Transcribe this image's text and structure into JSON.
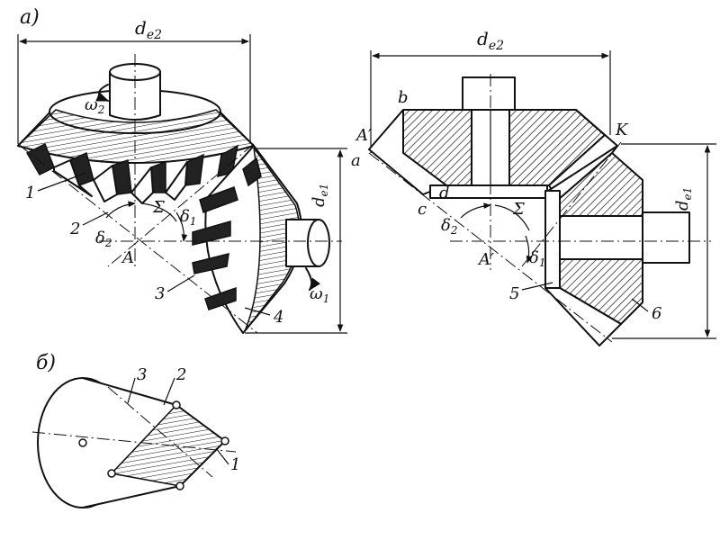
{
  "figure": {
    "panel_a": "а)",
    "panel_b": "б)",
    "left_view": {
      "de2": "d",
      "de2_sub": "e2",
      "de1": "d",
      "de1_sub": "e1",
      "omega2": "ω",
      "omega2_sub": "2",
      "omega1": "ω",
      "omega1_sub": "1",
      "delta2": "δ",
      "delta2_sub": "2",
      "delta1": "δ",
      "delta1_sub": "1",
      "sigma": "Σ",
      "apex": "A",
      "callout_1": "1",
      "callout_2": "2",
      "callout_3": "3",
      "callout_4": "4"
    },
    "right_view": {
      "de2": "d",
      "de2_sub": "e2",
      "de1": "d",
      "de1_sub": "e1",
      "point_b": "b",
      "point_A1": "A′",
      "point_a": "a",
      "point_c": "c",
      "point_d": "d",
      "point_K": "K",
      "delta2": "δ",
      "delta2_sub": "2",
      "delta1": "δ",
      "delta1_sub": "1",
      "sigma": "Σ",
      "apex": "A′",
      "callout_5": "5",
      "callout_6": "6"
    },
    "cone_view": {
      "callout_1": "1",
      "callout_2": "2",
      "callout_3": "3"
    }
  }
}
